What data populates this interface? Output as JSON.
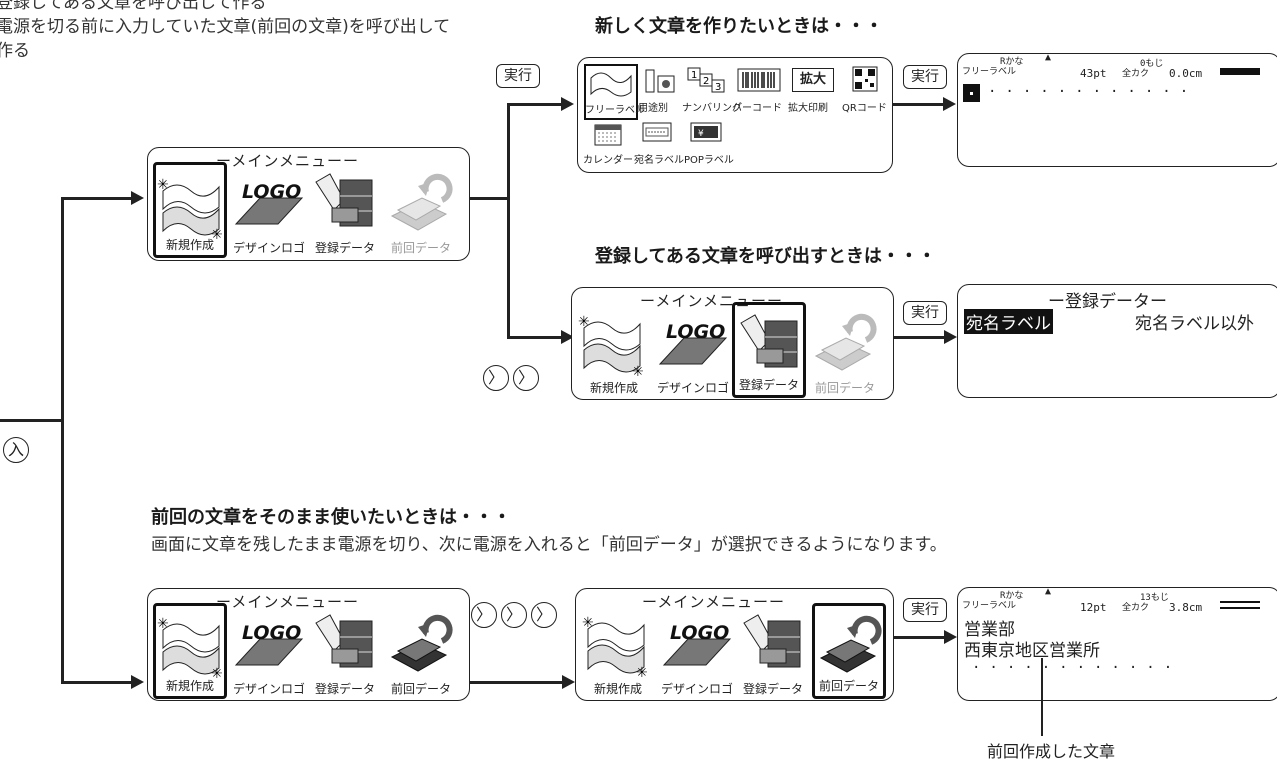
{
  "intro": {
    "line1": "登録してある文章を呼び出して作る",
    "line2": "電源を切る前に入力していた文章(前回の文章)を呼び出して",
    "line3": "作る"
  },
  "headings": {
    "new": "新しく文章を作りたいときは・・・",
    "saved": "登録してある文章を呼び出すときは・・・",
    "previous": "前回の文章をそのまま使いたいときは・・・",
    "previous_note": "画面に文章を残したまま電源を切り、次に電源を入れると「前回データ」が選択できるようになります。"
  },
  "buttons": {
    "exec": "実行",
    "enter": "入",
    "next": "〉"
  },
  "main_menu": {
    "title": "ーメインメニューー",
    "items": [
      "新規作成",
      "デザインロゴ",
      "登録データ",
      "前回データ"
    ]
  },
  "free_label_menu": {
    "row1": [
      "フリーラベル",
      "用途別",
      "ナンバリング",
      "バーコード",
      "拡大印刷",
      "QRコード"
    ],
    "row2": [
      "カレンダー",
      "宛名ラベル",
      "POPラベル"
    ],
    "icon_text_enlarge": "拡大"
  },
  "screen_new": {
    "kana": "Rかな",
    "mode": "フリーラベル",
    "size": "43pt",
    "width": "全カク",
    "count": "0もじ",
    "length": "0.0cm"
  },
  "screen_saved": {
    "title": "ー登録データー",
    "option1": "宛名ラベル",
    "option2": "宛名ラベル以外"
  },
  "screen_prev": {
    "kana": "Rかな",
    "mode": "フリーラベル",
    "size": "12pt",
    "width": "全カク",
    "count": "13もじ",
    "length": "3.8cm",
    "line1": "営業部",
    "line2": "西東京地区営業所"
  },
  "callout": "前回作成した文章",
  "logo_text": "LOGO"
}
